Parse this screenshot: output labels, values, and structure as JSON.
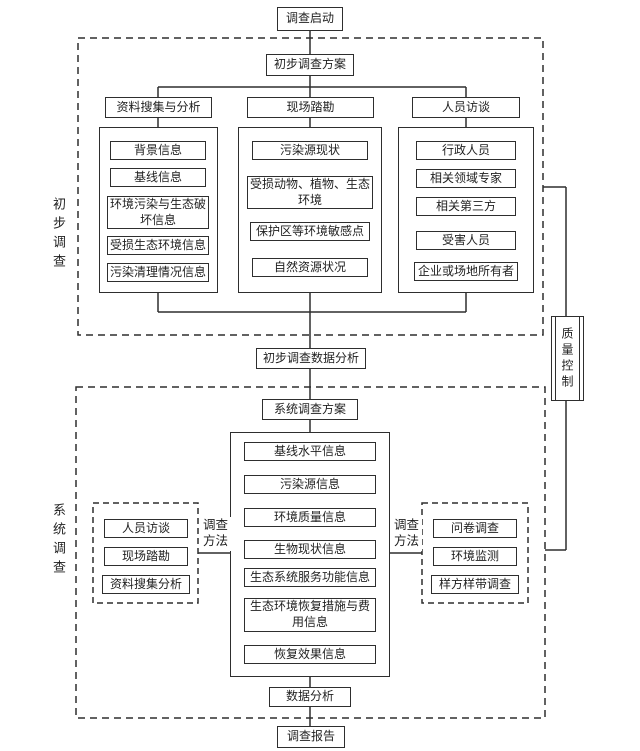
{
  "diagram": {
    "start": "调查启动",
    "report": "调查报告",
    "quality_control": "质量控制",
    "preliminary": {
      "phase_label": "初步调查",
      "plan": "初步调查方案",
      "columns": [
        {
          "header": "资料搜集与分析",
          "items": [
            "背景信息",
            "基线信息",
            "环境污染与生态破坏信息",
            "受损生态环境信息",
            "污染清理情况信息"
          ]
        },
        {
          "header": "现场踏勘",
          "items": [
            "污染源现状",
            "受损动物、植物、生态环境",
            "保护区等环境敏感点",
            "自然资源状况"
          ]
        },
        {
          "header": "人员访谈",
          "items": [
            "行政人员",
            "相关领域专家",
            "相关第三方",
            "受害人员",
            "企业或场地所有者"
          ]
        }
      ],
      "data_analysis": "初步调查数据分析"
    },
    "system": {
      "phase_label": "系统调查",
      "plan": "系统调查方案",
      "info_items": [
        "基线水平信息",
        "污染源信息",
        "环境质量信息",
        "生物现状信息",
        "生态系统服务功能信息",
        "生态环境恢复措施与费用信息",
        "恢复效果信息"
      ],
      "left_methods": {
        "label": "调查方法",
        "items": [
          "人员访谈",
          "现场踏勘",
          "资料搜集分析"
        ]
      },
      "right_methods": {
        "label": "调查方法",
        "items": [
          "问卷调查",
          "环境监测",
          "样方样带调查"
        ]
      },
      "data_analysis": "数据分析"
    },
    "colors": {
      "line": "#2e2e2e",
      "background": "#ffffff"
    }
  }
}
